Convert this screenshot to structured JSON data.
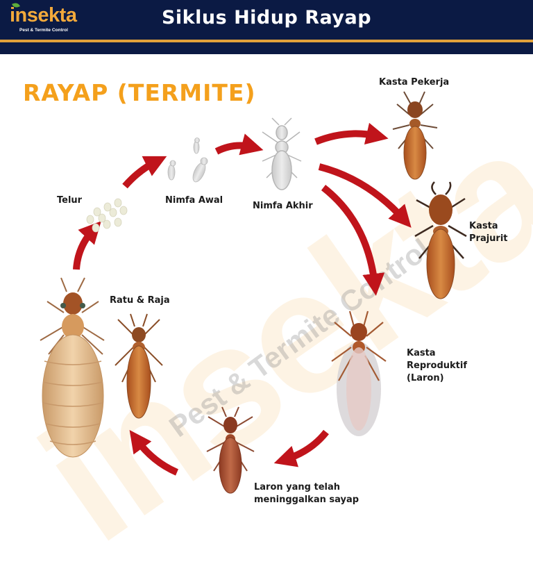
{
  "header": {
    "logo_text": "insekta",
    "logo_subtitle": "Pest & Termite Control",
    "title": "Siklus Hidup Rayap",
    "background_color": "#0b1a44",
    "stripe_color": "#e0a03a"
  },
  "diagram": {
    "heading": "RAYAP (TERMITE)",
    "heading_color": "#f4a01c",
    "arrow_color": "#c0141b",
    "stages": [
      {
        "id": "telur",
        "label": "Telur"
      },
      {
        "id": "nimfa-awal",
        "label": "Nimfa Awal"
      },
      {
        "id": "nimfa-akhir",
        "label": "Nimfa Akhir"
      },
      {
        "id": "kasta-pekerja",
        "label": "Kasta Pekerja"
      },
      {
        "id": "kasta-prajurit",
        "label": "Kasta\nPrajurit"
      },
      {
        "id": "kasta-reproduktif",
        "label": "Kasta\nReproduktif\n(Laron)"
      },
      {
        "id": "laron-tanpa-sayap",
        "label": "Laron yang telah\nmeninggalkan sayap"
      },
      {
        "id": "ratu-raja",
        "label": "Ratu & Raja"
      }
    ]
  },
  "watermark": {
    "brand": "insekta",
    "tagline": "Pest & Termite Control"
  }
}
